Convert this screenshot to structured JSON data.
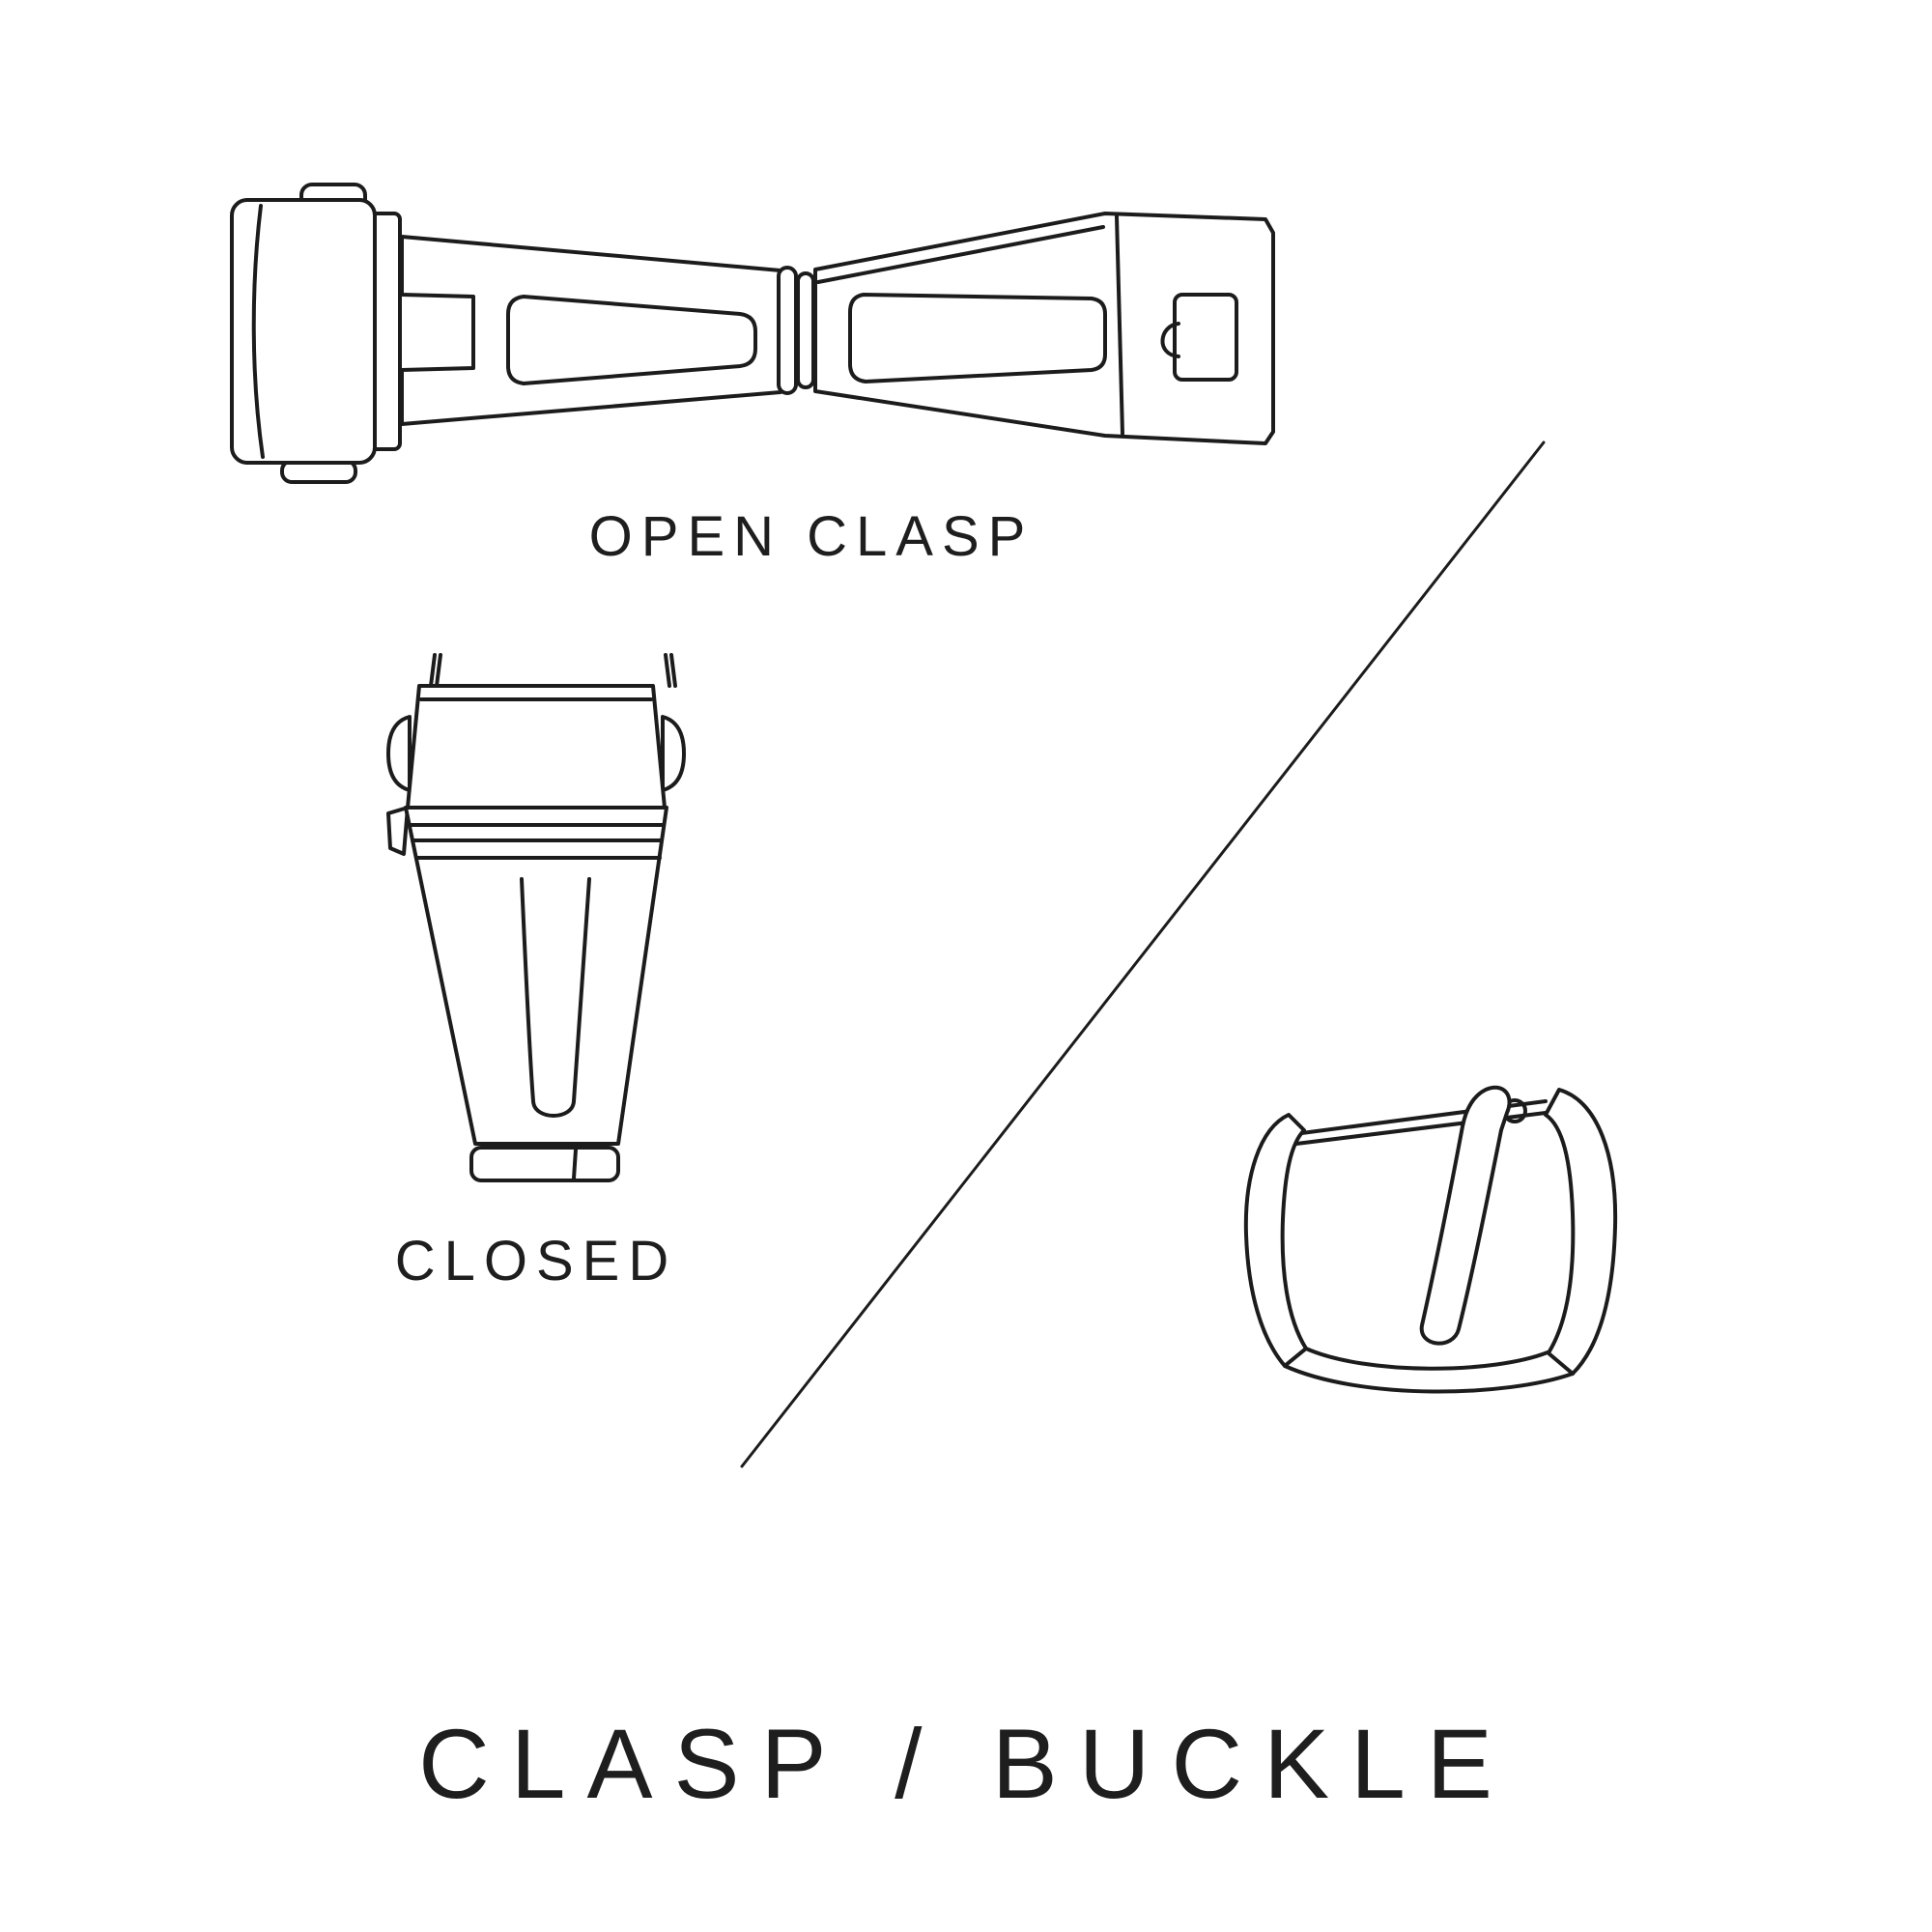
{
  "page": {
    "background_color": "#ffffff",
    "line_color": "#1c1c1c",
    "text_color": "#1e1e1e"
  },
  "figures": {
    "open_clasp": {
      "label": "OPEN CLASP",
      "icon": "open-clasp-illustration"
    },
    "closed_clasp": {
      "label": "CLOSED",
      "icon": "closed-clasp-illustration"
    },
    "buckle": {
      "icon": "pin-buckle-illustration"
    },
    "divider": {
      "icon": "diagonal-divider-line"
    }
  },
  "title": "CLASP / BUCKLE"
}
